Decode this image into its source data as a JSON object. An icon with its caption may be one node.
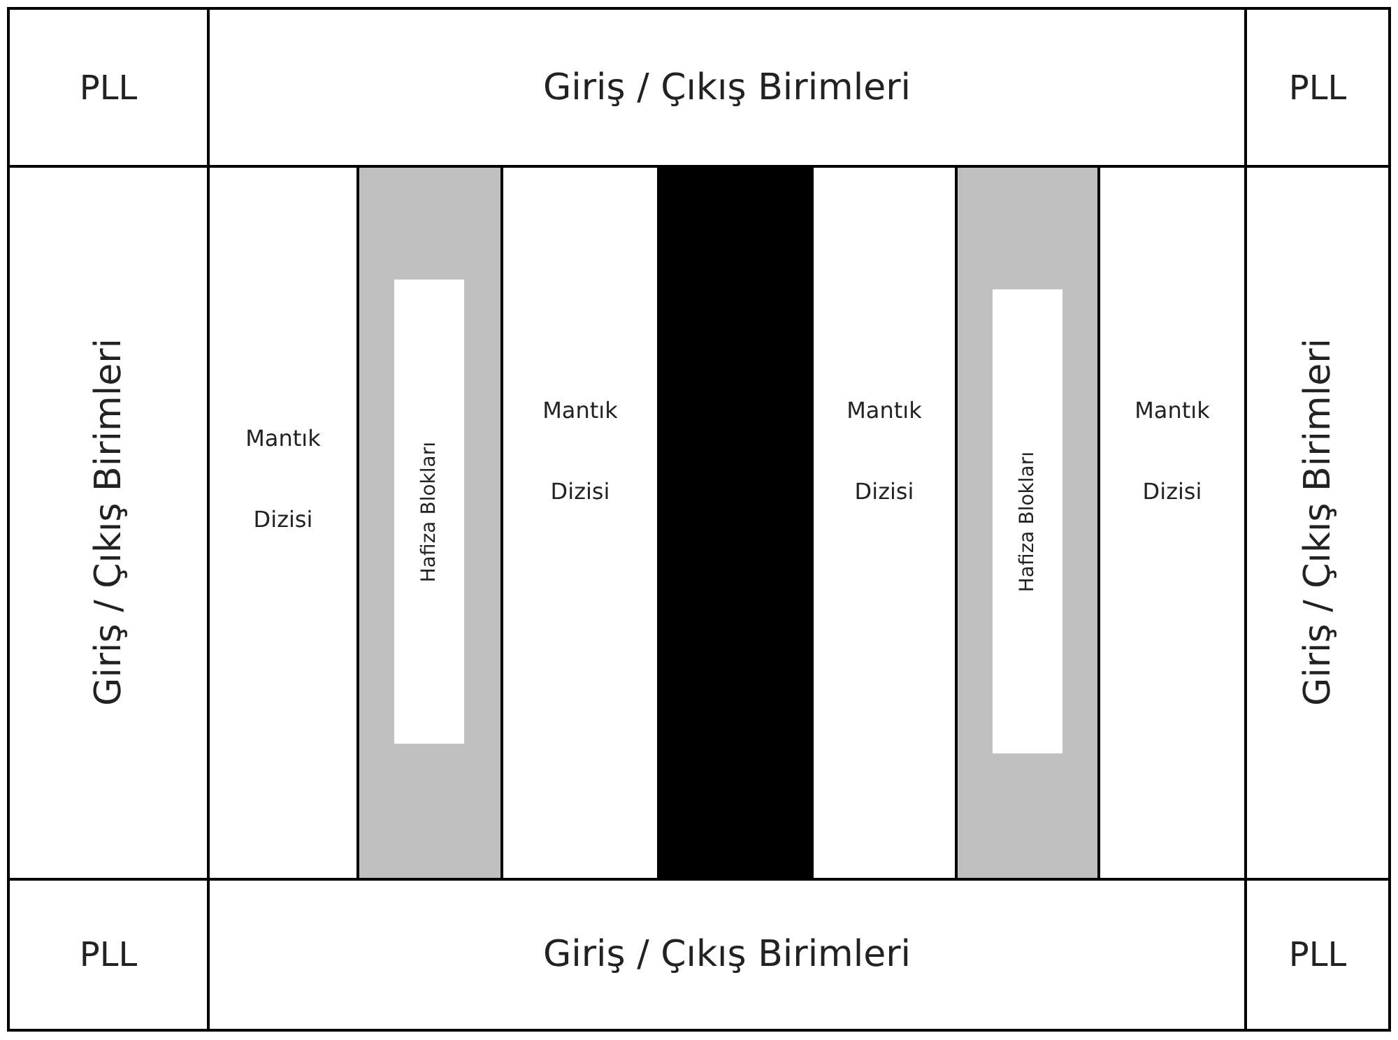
{
  "diagram": {
    "nodes": [
      {
        "text": [
          "PLL"
        ]
      },
      {
        "text": [
          "Giriş / Çıkış Birimleri"
        ]
      },
      {
        "text": [
          "PLL"
        ]
      },
      {
        "text": [
          "Giriş / Çıkış Birimleri"
        ]
      },
      {
        "text": [
          "Mantık Dizisi"
        ]
      },
      {
        "text": [],
        "shape": "bar"
      },
      {
        "text": [
          "Hafiza Blokları"
        ],
        "in": 5
      },
      {
        "text": [
          "Mantık Dizisi"
        ]
      },
      {
        "text": [],
        "shape": "bar"
      },
      {
        "text": [
          "Mantık Dizisi"
        ]
      },
      {
        "text": [],
        "shape": "bar"
      },
      {
        "text": [
          "Hafiza Blokları"
        ],
        "in": 10
      },
      {
        "text": [
          "Mantık Dizisi"
        ]
      },
      {
        "text": [
          "Giriş / Çıkış Birimleri"
        ]
      },
      {
        "text": [
          "PLL"
        ]
      },
      {
        "text": [
          "Giriş / Çıkış Birimleri"
        ]
      },
      {
        "text": [
          "PLL"
        ]
      }
    ],
    "edges": []
  }
}
